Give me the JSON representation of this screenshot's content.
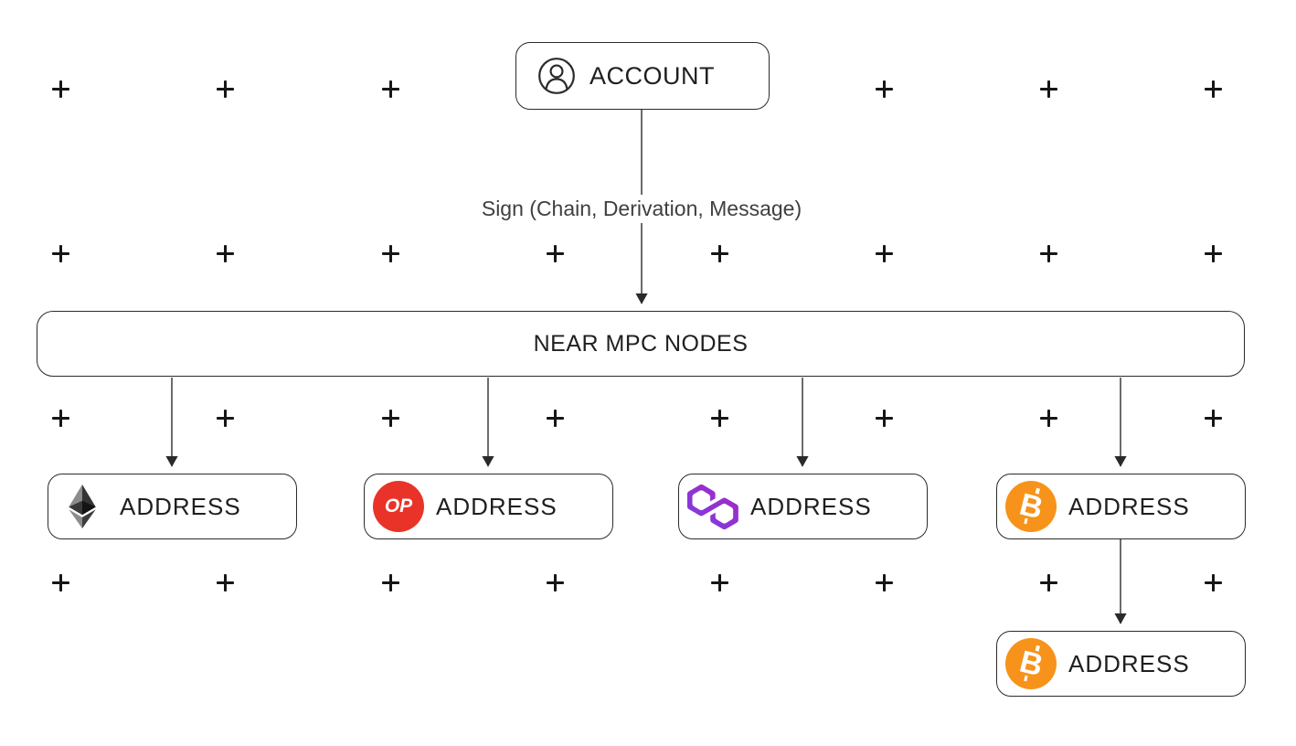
{
  "account": {
    "label": "ACCOUNT",
    "icon": "user-icon"
  },
  "sign_arrow": {
    "label": "Sign (Chain, Derivation, Message)"
  },
  "mpc_node": {
    "label": "NEAR MPC NODES"
  },
  "addresses": [
    {
      "chain": "ethereum",
      "icon": "ethereum-icon",
      "label": "ADDRESS"
    },
    {
      "chain": "optimism",
      "icon": "optimism-icon",
      "badge": "OP",
      "label": "ADDRESS"
    },
    {
      "chain": "polygon",
      "icon": "polygon-icon",
      "label": "ADDRESS"
    },
    {
      "chain": "bitcoin",
      "icon": "bitcoin-icon",
      "symbol": "B",
      "label": "ADDRESS"
    },
    {
      "chain": "bitcoin-derived",
      "icon": "bitcoin-icon",
      "symbol": "B",
      "label": "ADDRESS"
    }
  ],
  "colors": {
    "optimism_red": "#e93329",
    "bitcoin_orange": "#f7931a",
    "polygon_gradient_start": "#a726c1",
    "polygon_gradient_end": "#7b3fe4",
    "ethereum_dark": "#343434",
    "ethereum_mid": "#8c8c8c",
    "line": "#3a3a3a",
    "border": "#2b2b2b",
    "text": "#1f1f1f"
  }
}
